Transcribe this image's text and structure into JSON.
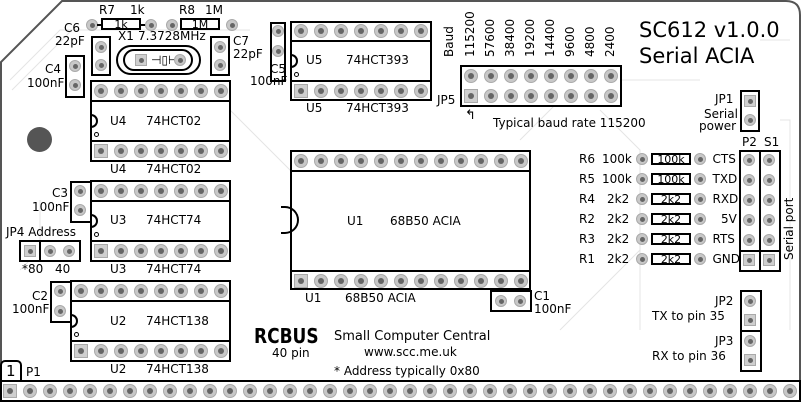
{
  "board": {
    "title": "SC612  v1.0.0",
    "subtitle": "Serial ACIA",
    "brand_logo": "RCBUS",
    "brand_sub": "40 pin",
    "maker": "Small Computer Central",
    "url": "www.scc.me.uk",
    "address_note": "* Address typically 0x80"
  },
  "resistors_top": [
    {
      "ref": "R7",
      "value": "1k",
      "body": "1k"
    },
    {
      "ref": "R8",
      "value": "1M",
      "body": "1M"
    }
  ],
  "crystal": {
    "ref": "X1",
    "value": "7.3728MHz"
  },
  "caps": {
    "C6": {
      "ref": "C6",
      "value": "22pF"
    },
    "C7": {
      "ref": "C7",
      "value": "22pF"
    },
    "C4": {
      "ref": "C4",
      "value": "100nF"
    },
    "C5": {
      "ref": "C5",
      "value": "100nF"
    },
    "C3": {
      "ref": "C3",
      "value": "100nF"
    },
    "C2": {
      "ref": "C2",
      "value": "100nF"
    },
    "C1": {
      "ref": "C1",
      "value": "100nF"
    }
  },
  "chips": {
    "U4": {
      "ref": "U4",
      "part": "74HCT02"
    },
    "U5": {
      "ref": "U5",
      "part": "74HCT393"
    },
    "U3": {
      "ref": "U3",
      "part": "74HCT74"
    },
    "U2": {
      "ref": "U2",
      "part": "74HCT138"
    },
    "U1": {
      "ref": "U1",
      "part": "68B50  ACIA"
    }
  },
  "baud": {
    "label": "Baud",
    "rates": [
      "115200",
      "57600",
      "38400",
      "19200",
      "14400",
      "9600",
      "4800",
      "2400"
    ],
    "jumper": "JP5",
    "note": "Typical baud rate 115200"
  },
  "jp4": {
    "label": "JP4  Address",
    "options": [
      "*80",
      "40"
    ]
  },
  "jp1": {
    "ref": "JP1",
    "label_line1": "Serial",
    "label_line2": "power"
  },
  "serial_resistors": [
    {
      "ref": "R6",
      "value": "100k",
      "body": "100k",
      "signal": "CTS"
    },
    {
      "ref": "R5",
      "value": "100k",
      "body": "100k",
      "signal": "TXD"
    },
    {
      "ref": "R4",
      "value": "2k2",
      "body": "2k2",
      "signal": "RXD"
    },
    {
      "ref": "R2",
      "value": "2k2",
      "body": "2k2",
      "signal": "5V"
    },
    {
      "ref": "R3",
      "value": "2k2",
      "body": "2k2",
      "signal": "RTS"
    },
    {
      "ref": "R1",
      "value": "2k2",
      "body": "2k2",
      "signal": "GND"
    }
  ],
  "serial_port": {
    "p2": "P2",
    "s1": "S1",
    "label": "Serial port"
  },
  "jp2": {
    "ref": "JP2",
    "label": "TX to pin 35"
  },
  "jp3": {
    "ref": "JP3",
    "label": "RX to pin 36"
  },
  "bus": {
    "pin1": "1",
    "ref": "P1",
    "pin_count": 40
  }
}
